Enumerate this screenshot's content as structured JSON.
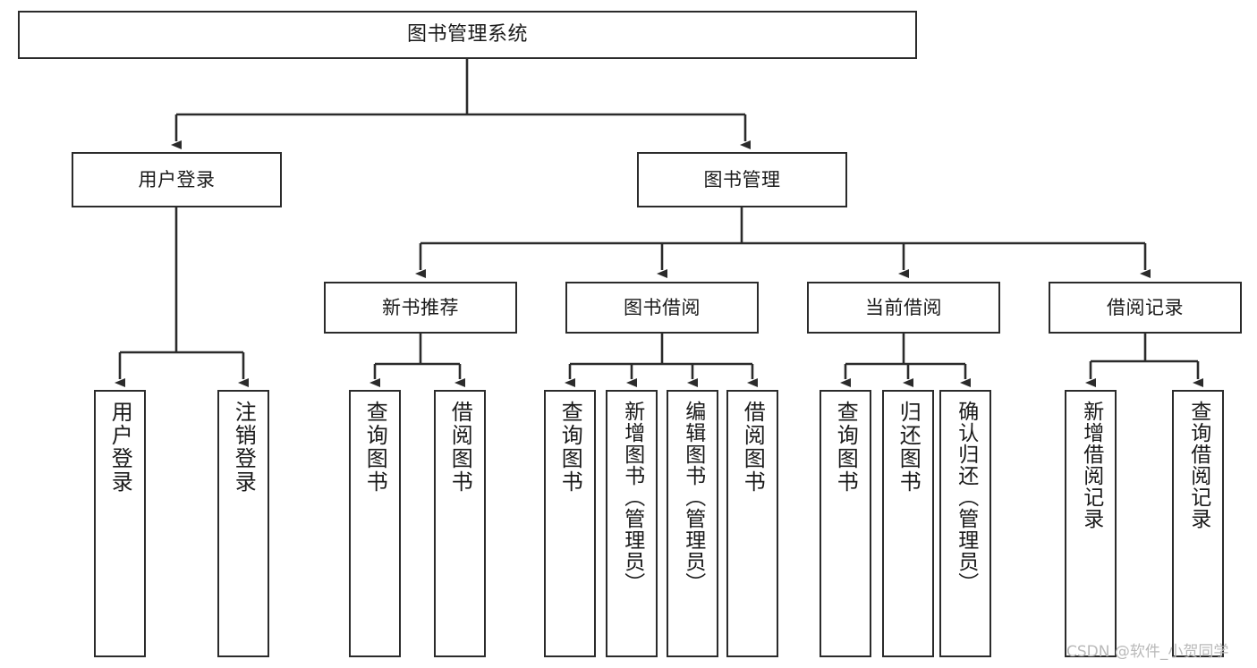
{
  "diagram": {
    "title": "图书管理系统",
    "type": "tree-hierarchy",
    "style": {
      "box_border_color": "#2b2b2b",
      "box_fill": "#ffffff",
      "connector_color": "#2b2b2b",
      "text_color": "#1a1a1a",
      "background": "#ffffff"
    },
    "root": {
      "label": "图书管理系统"
    },
    "level2": [
      {
        "label": "用户登录"
      },
      {
        "label": "图书管理"
      }
    ],
    "level3": [
      {
        "label": "新书推荐"
      },
      {
        "label": "图书借阅"
      },
      {
        "label": "当前借阅"
      },
      {
        "label": "借阅记录"
      }
    ],
    "leaves": {
      "user_login": [
        {
          "label": "用户登录"
        },
        {
          "label": "注销登录"
        }
      ],
      "new_book_recommend": [
        {
          "label": "查询图书"
        },
        {
          "label": "借阅图书"
        }
      ],
      "book_borrow": [
        {
          "label": "查询图书"
        },
        {
          "label": "新增图书（管理员）"
        },
        {
          "label": "编辑图书（管理员）"
        },
        {
          "label": "借阅图书"
        }
      ],
      "current_borrow": [
        {
          "label": "查询图书"
        },
        {
          "label": "归还图书"
        },
        {
          "label": "确认归还（管理员）"
        }
      ],
      "borrow_record": [
        {
          "label": "新增借阅记录"
        },
        {
          "label": "查询借阅记录"
        }
      ]
    }
  },
  "watermark": {
    "text": "CSDN @软件_小贺同学"
  }
}
